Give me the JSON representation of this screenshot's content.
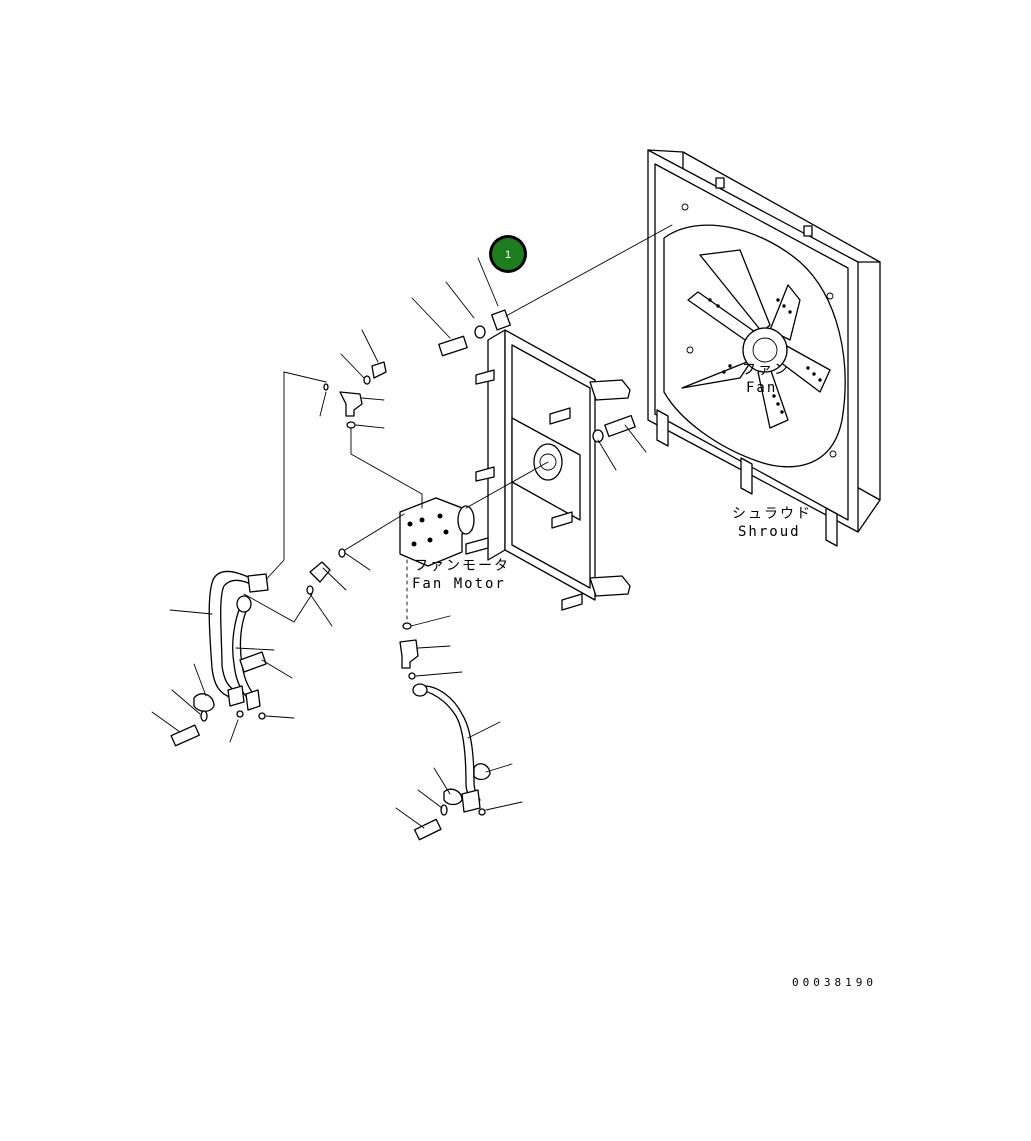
{
  "callout": {
    "number": "1",
    "color": "#1e7d1e"
  },
  "labels": {
    "fan_jp": "ファン",
    "fan_en": "Fan",
    "shroud_jp": "シュラウド",
    "shroud_en": "Shroud",
    "fan_motor_jp": "ファンモータ",
    "fan_motor_en": "Fan Motor"
  },
  "drawing_number": "00038190"
}
